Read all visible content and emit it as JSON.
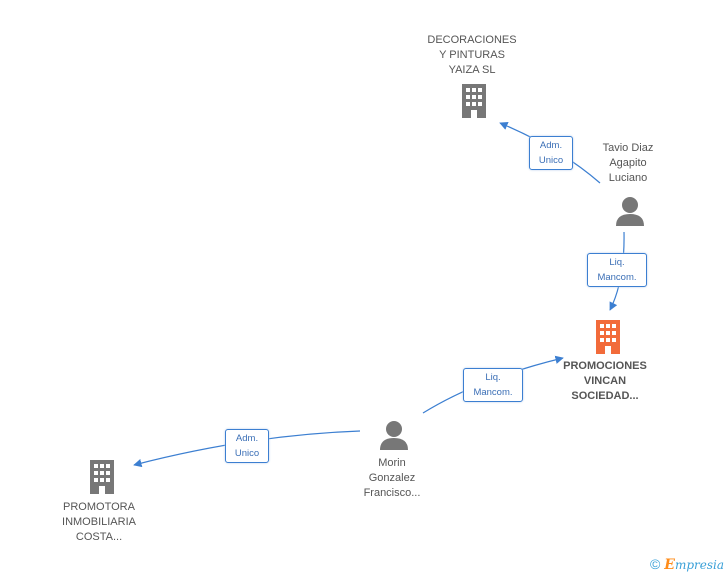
{
  "nodes": {
    "decoraciones": {
      "lines": [
        "DECORACIONES",
        "Y PINTURAS",
        "YAIZA SL"
      ],
      "type": "company",
      "color": "#777777"
    },
    "tavio": {
      "lines": [
        "Tavio Diaz",
        "Agapito",
        "Luciano"
      ],
      "type": "person",
      "color": "#777777"
    },
    "promociones": {
      "lines": [
        "PROMOCIONES",
        "VINCAN",
        "SOCIEDAD..."
      ],
      "type": "company",
      "color": "#f26b3a"
    },
    "morin": {
      "lines": [
        "Morin",
        "Gonzalez",
        "Francisco..."
      ],
      "type": "person",
      "color": "#777777"
    },
    "promotora": {
      "lines": [
        "PROMOTORA",
        "INMOBILIARIA",
        "COSTA..."
      ],
      "type": "company",
      "color": "#777777"
    }
  },
  "edges": {
    "tavio_decoraciones": {
      "lines": [
        "Adm.",
        "Unico"
      ]
    },
    "tavio_promociones": {
      "lines": [
        "Liq.",
        "Mancom."
      ]
    },
    "morin_promociones": {
      "lines": [
        "Liq.",
        "Mancom."
      ]
    },
    "morin_promotora": {
      "lines": [
        "Adm.",
        "Unico"
      ]
    }
  },
  "colors": {
    "edge": "#3c7fd1",
    "label_text": "#3b6fb6"
  },
  "footer": {
    "copyright": "©",
    "brand_first": "E",
    "brand_rest": "mpresia"
  }
}
